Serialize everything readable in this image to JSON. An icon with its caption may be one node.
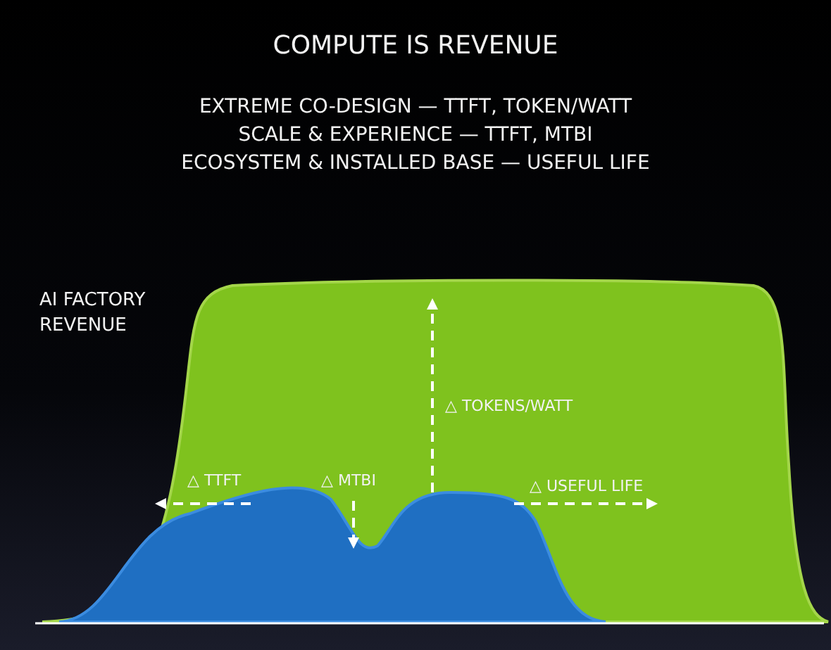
{
  "diagram": {
    "title": "COMPUTE IS REVENUE",
    "labels": [
      "EXTREME CO-DESIGN — TTFT, TOKEN/WATT",
      "SCALE & EXPERIENCE — TTFT, MTBI",
      "ECOSYSTEM & INSTALLED BASE — USEFUL LIFE",
      "AI FACTORY REVENUE",
      "△ TOKENS/WATT",
      "△ TTFT",
      "△ MTBI",
      "△ USEFUL LIFE"
    ]
  }
}
